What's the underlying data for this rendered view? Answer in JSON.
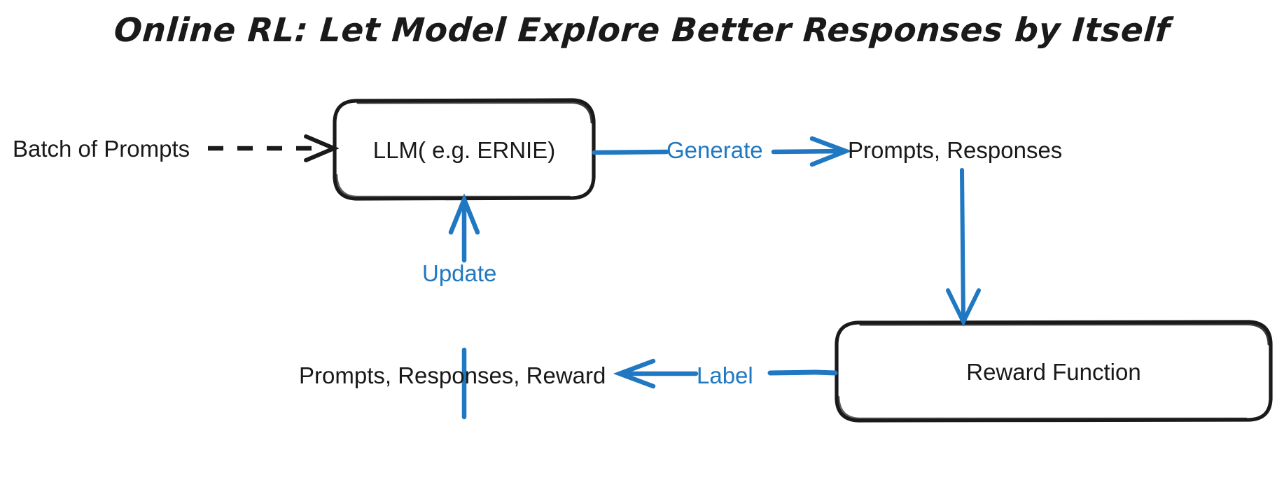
{
  "diagram": {
    "title": "Online RL: Let Model Explore Better Responses by Itself",
    "background_color": "#ffffff",
    "accent_color": "#1f78c1",
    "text_color": "#191919",
    "stroke_color": "#1a1a1a",
    "nodes": [
      {
        "id": "llm-box",
        "label": "LLM( e.g. ERNIE)",
        "shape": "rounded-rectangle",
        "style": "hand-drawn",
        "stroke": "#1a1a1a",
        "fill": "#ffffff"
      },
      {
        "id": "reward-box",
        "label": "Reward Function",
        "shape": "rounded-rectangle",
        "style": "hand-drawn",
        "stroke": "#1a1a1a",
        "fill": "#ffffff"
      }
    ],
    "texts": [
      {
        "id": "batch-of-prompts",
        "label": "Batch of Prompts",
        "color": "#191919"
      },
      {
        "id": "prompts-responses",
        "label": "Prompts, Responses",
        "color": "#191919"
      },
      {
        "id": "prompts-responses-reward",
        "label": "Prompts, Responses, Reward",
        "color": "#191919"
      }
    ],
    "edges": [
      {
        "id": "batch-to-llm",
        "label": "",
        "from": "batch-of-prompts",
        "to": "llm-box",
        "style": "dashed",
        "color": "#1a1a1a",
        "direction": "right"
      },
      {
        "id": "llm-to-prompts-responses",
        "label": "Generate",
        "from": "llm-box",
        "to": "prompts-responses",
        "style": "solid",
        "color": "#1f78c1",
        "direction": "right"
      },
      {
        "id": "prompts-responses-to-reward",
        "label": "",
        "from": "prompts-responses",
        "to": "reward-box",
        "style": "solid",
        "color": "#1f78c1",
        "direction": "down"
      },
      {
        "id": "reward-to-triple",
        "label": "Label",
        "from": "reward-box",
        "to": "prompts-responses-reward",
        "style": "solid",
        "color": "#1f78c1",
        "direction": "left"
      },
      {
        "id": "triple-to-llm",
        "label": "Update",
        "from": "prompts-responses-reward",
        "to": "llm-box",
        "style": "solid",
        "color": "#1f78c1",
        "direction": "up"
      }
    ]
  }
}
